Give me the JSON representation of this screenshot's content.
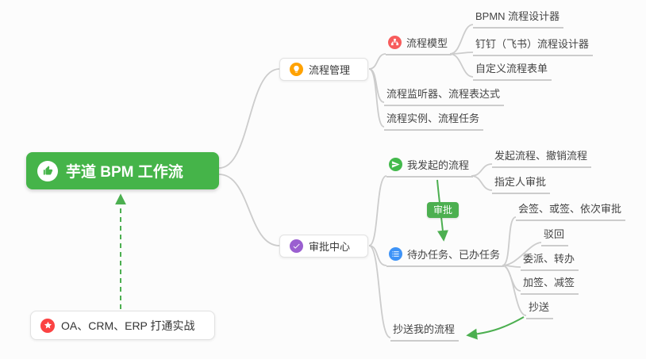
{
  "mindmap": {
    "root": {
      "label": "芋道 BPM 工作流",
      "icon": "thumbs-up-icon",
      "color": "#45b449"
    },
    "branches": {
      "process_management": {
        "label": "流程管理",
        "icon": "lightbulb-icon",
        "icon_color": "#ffa200",
        "children": {
          "process_model": {
            "label": "流程模型",
            "icon": "model-icon",
            "icon_color": "#f75c5c",
            "children": {
              "bpmn_designer": {
                "label": "BPMN 流程设计器"
              },
              "dingtalk_feishu_designer": {
                "label": "钉钉（飞书）流程设计器"
              },
              "custom_form": {
                "label": "自定义流程表单"
              }
            }
          },
          "listener_expression": {
            "label": "流程监听器、流程表达式"
          },
          "instance_task": {
            "label": "流程实例、流程任务"
          }
        }
      },
      "approval_center": {
        "label": "审批中心",
        "icon": "approval-check-icon",
        "icon_color": "#9a5fd0",
        "children": {
          "my_initiated": {
            "label": "我发起的流程",
            "icon": "send-icon",
            "icon_color": "#43b94c",
            "children": {
              "initiate_cancel": {
                "label": "发起流程、撤销流程"
              },
              "designated_approver": {
                "label": "指定人审批"
              }
            }
          },
          "todo_done": {
            "label": "待办任务、已办任务",
            "icon": "tasks-icon",
            "icon_color": "#3e93f7",
            "children": {
              "countersign_orsign_sequential": {
                "label": "会签、或签、依次审批"
              },
              "reject": {
                "label": "驳回"
              },
              "delegate_transfer": {
                "label": "委派、转办"
              },
              "add_remove_sign": {
                "label": "加签、减签"
              },
              "cc": {
                "label": "抄送"
              }
            }
          },
          "cc_my_process": {
            "label": "抄送我的流程"
          }
        }
      }
    },
    "edge_label": {
      "label": "审批",
      "color": "#4caf50"
    },
    "callout": {
      "label": "OA、CRM、ERP 打通实战",
      "icon": "star-icon",
      "icon_color": "#fb4343"
    }
  },
  "colors": {
    "background": "#fcfcfc",
    "connector_gray": "#cccccc",
    "arrow_green": "#4caf50",
    "leaf_text": "#444444"
  }
}
